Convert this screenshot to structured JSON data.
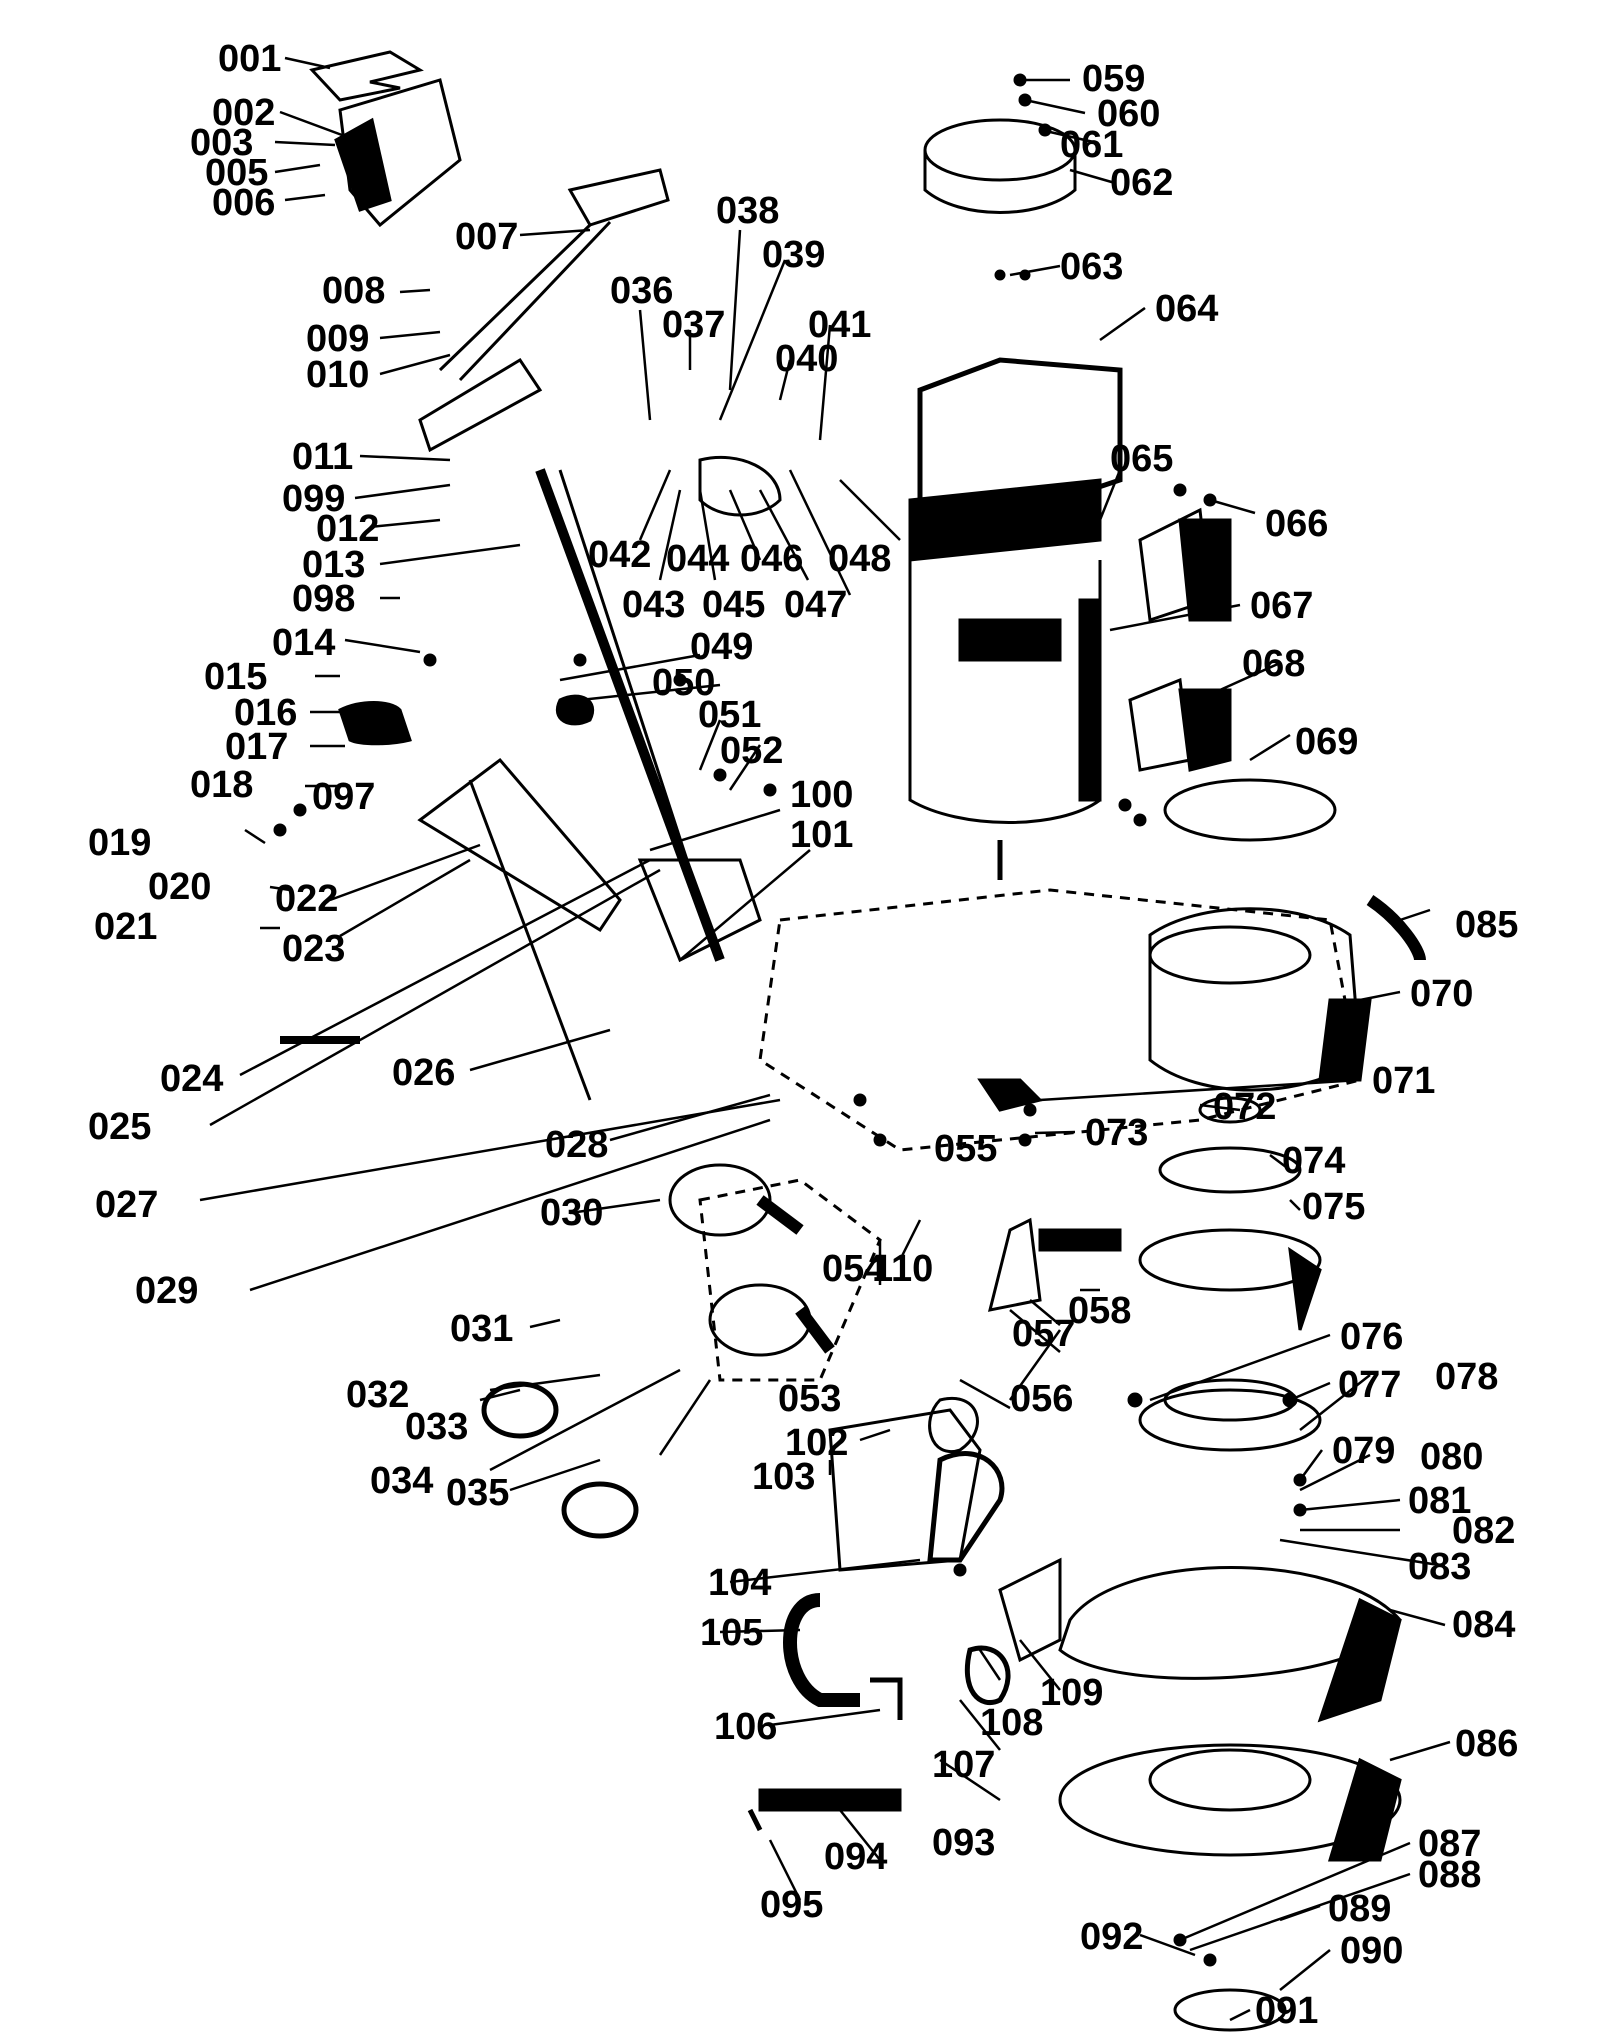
{
  "diagram": {
    "type": "exploded parts diagram",
    "ink_color": "#000000",
    "paper_color": "#ffffff",
    "part_numbers": [
      "001",
      "002",
      "003",
      "005",
      "006",
      "007",
      "008",
      "009",
      "010",
      "011",
      "099",
      "012",
      "013",
      "098",
      "014",
      "015",
      "016",
      "017",
      "018",
      "019",
      "020",
      "021",
      "097",
      "022",
      "023",
      "024",
      "025",
      "026",
      "027",
      "028",
      "029",
      "030",
      "031",
      "032",
      "033",
      "034",
      "035",
      "036",
      "037",
      "038",
      "039",
      "040",
      "041",
      "042",
      "043",
      "044",
      "045",
      "046",
      "047",
      "048",
      "049",
      "050",
      "051",
      "052",
      "100",
      "101",
      "053",
      "054",
      "055",
      "056",
      "057",
      "058",
      "059",
      "060",
      "061",
      "062",
      "063",
      "064",
      "065",
      "066",
      "067",
      "068",
      "069",
      "070",
      "071",
      "072",
      "073",
      "074",
      "075",
      "076",
      "077",
      "078",
      "079",
      "080",
      "081",
      "082",
      "083",
      "084",
      "085",
      "086",
      "087",
      "088",
      "089",
      "090",
      "091",
      "092",
      "093",
      "094",
      "095",
      "102",
      "103",
      "104",
      "105",
      "106",
      "107",
      "108",
      "109",
      "110"
    ]
  }
}
